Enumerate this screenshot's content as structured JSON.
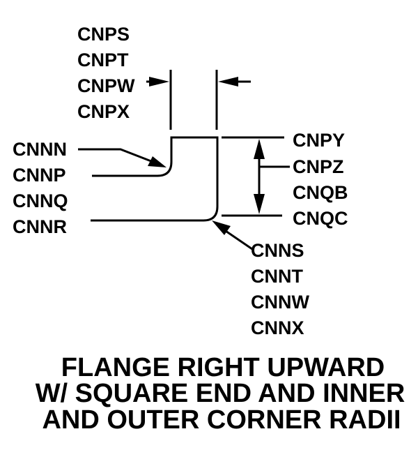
{
  "diagram": {
    "title": "Flange right upward with square end and inner and outer corner radii",
    "colors": {
      "ink": "#000000",
      "background": "#ffffff"
    },
    "labels": {
      "width_group": [
        "CNPS",
        "CNPT",
        "CNPW",
        "CNPX"
      ],
      "inner_radius_group": [
        "CNNN",
        "CNNP",
        "CNNQ",
        "CNNR"
      ],
      "height_group": [
        "CNPY",
        "CNPZ",
        "CNQB",
        "CNQC"
      ],
      "outer_radius_group": [
        "CNNS",
        "CNNT",
        "CNNW",
        "CNNX"
      ]
    },
    "caption": [
      "FLANGE RIGHT UPWARD",
      "W/ SQUARE END AND INNER",
      "AND OUTER CORNER RADII"
    ]
  }
}
